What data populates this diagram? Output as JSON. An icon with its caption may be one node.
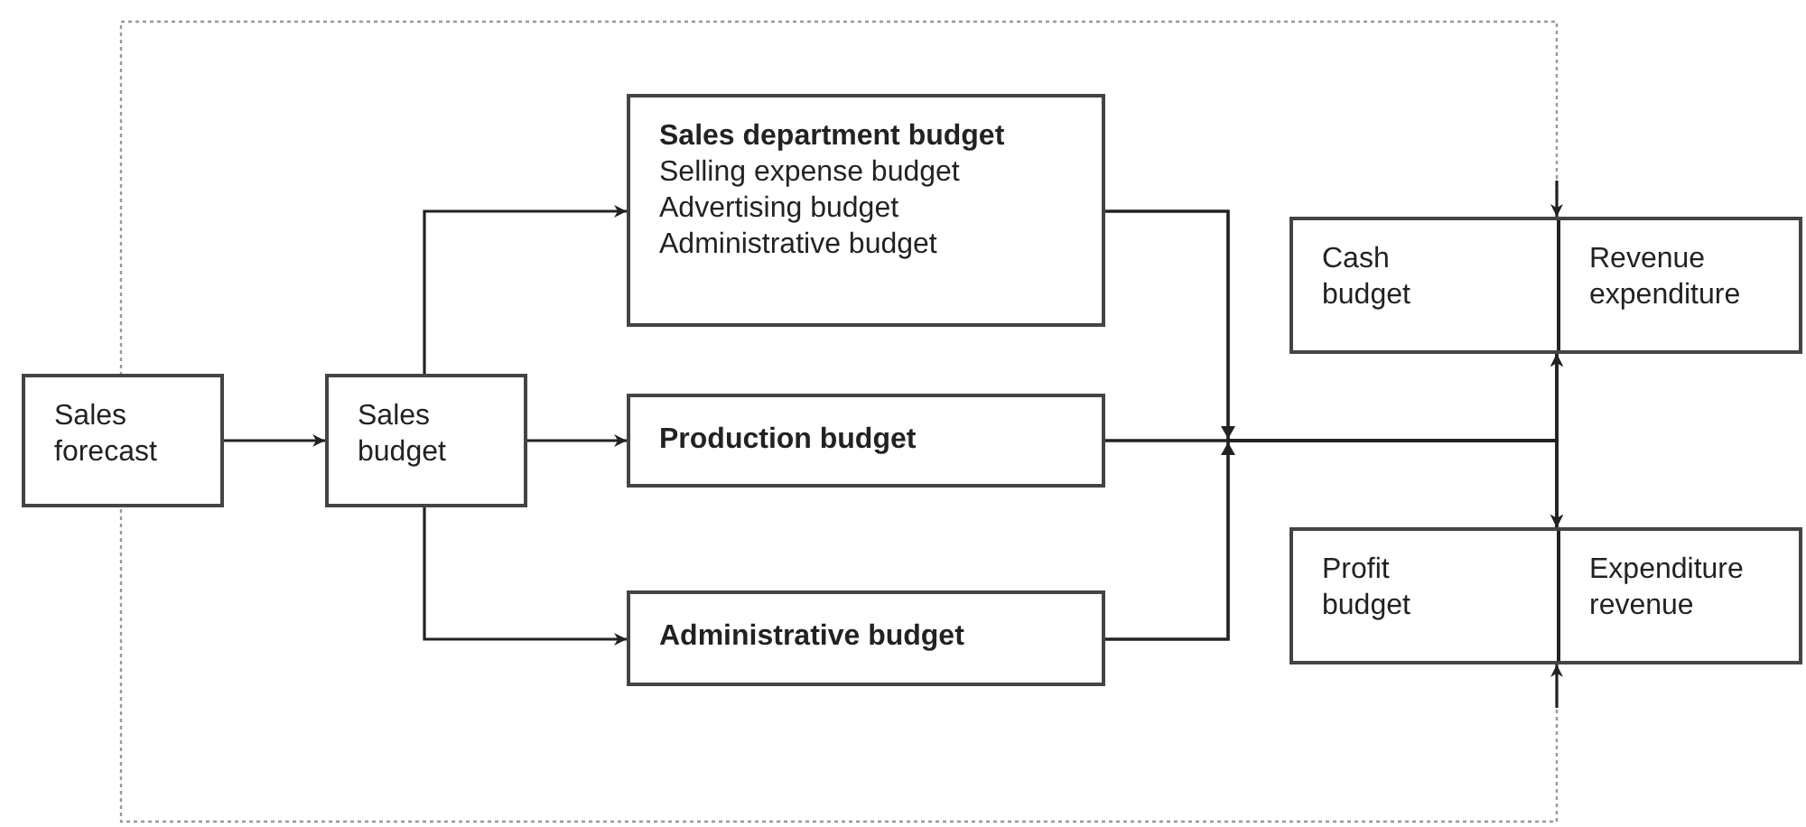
{
  "diagram": {
    "nodes": [
      {
        "text": [
          "Sales forecast"
        ]
      },
      {
        "text": [
          "Sales budget"
        ]
      },
      {
        "text": [
          "Sales department budget",
          "Selling expense budget",
          "Advertising budget",
          "Administrative budget"
        ]
      },
      {
        "text": [
          "Production budget"
        ]
      },
      {
        "text": [
          "Administrative budget"
        ]
      },
      {
        "text": [
          "Cash budget",
          "Revenue expenditure"
        ]
      },
      {
        "text": [
          "Profit budget",
          "Expenditure revenue"
        ]
      }
    ],
    "edges": [
      {
        "from": 0,
        "to": 1,
        "arrow": "to"
      },
      {
        "from": 1,
        "to": 2,
        "arrow": "to"
      },
      {
        "from": 1,
        "to": 3,
        "arrow": "to"
      },
      {
        "from": 1,
        "to": 4,
        "arrow": "to"
      },
      {
        "from": 2,
        "to": 5,
        "arrow": "to"
      },
      {
        "from": 2,
        "to": 6,
        "arrow": "to"
      },
      {
        "from": 3,
        "to": 5,
        "arrow": "to"
      },
      {
        "from": 3,
        "to": 6,
        "arrow": "to"
      },
      {
        "from": 4,
        "to": 5,
        "arrow": "to"
      },
      {
        "from": 4,
        "to": 6,
        "arrow": "to"
      },
      {
        "from": null,
        "to": 5,
        "arrow": "to"
      },
      {
        "from": null,
        "to": 6,
        "arrow": "to"
      }
    ]
  }
}
